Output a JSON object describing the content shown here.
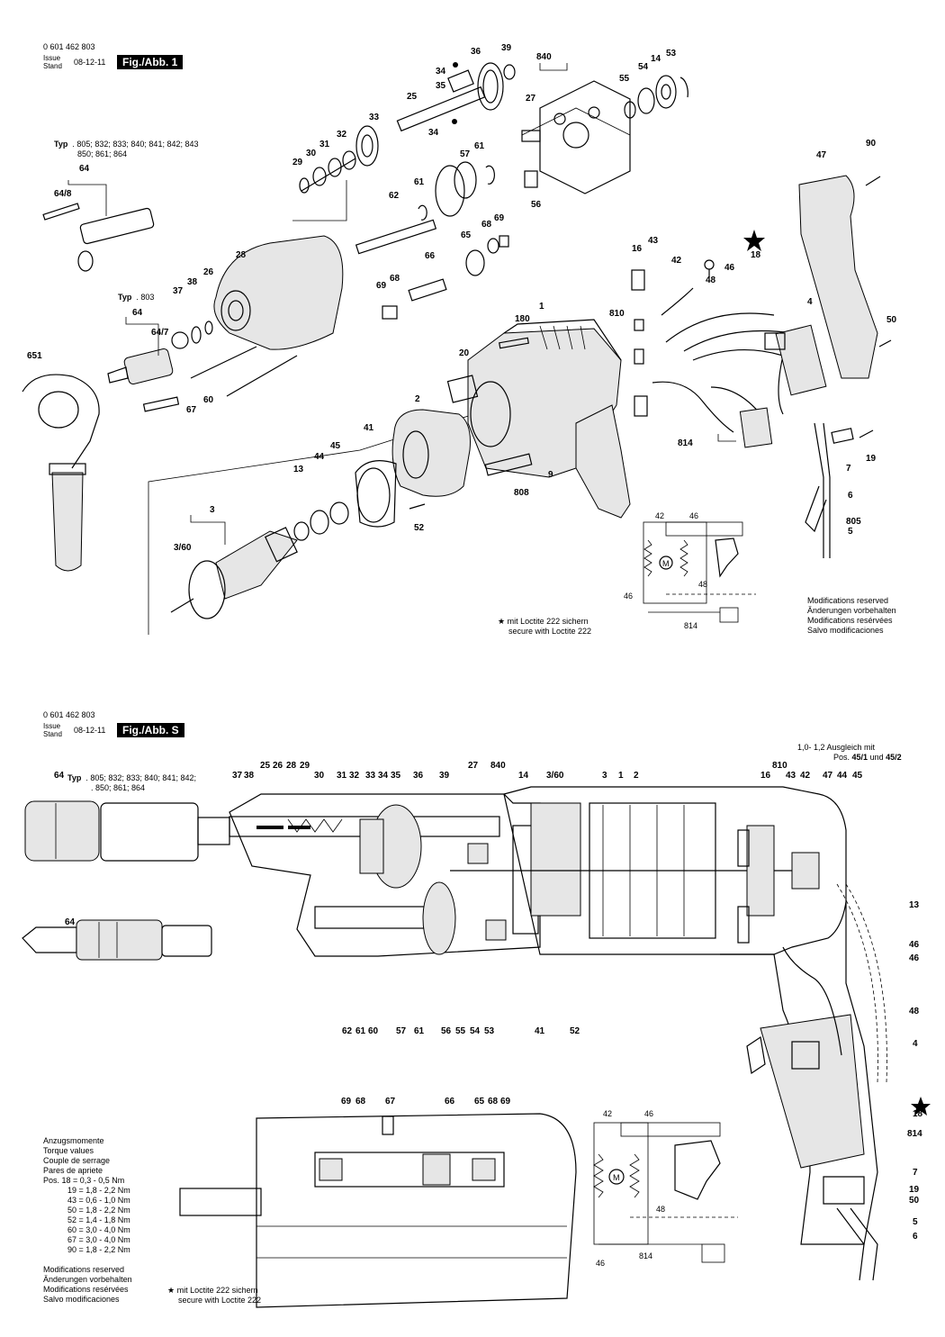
{
  "doc_number": "0 601 462 803",
  "issue_label": "Issue",
  "stand_label": "Stand",
  "issue_date": "08-12-11",
  "fig1_label": "Fig./Abb. 1",
  "figS_label": "Fig./Abb. S",
  "typ_word": "Typ",
  "typ_list_main": ". 805; 832; 833; 840; 841; 842; 843",
  "typ_list_main_2": "850; 861; 864",
  "typ_list_803": ". 803",
  "typ_list_s": ". 805; 832; 833; 840; 841; 842;",
  "typ_list_s_2": ". 850; 861; 864",
  "loctite_de": "mit Loctite 222 sichern",
  "loctite_en": "secure with Loctite 222",
  "modifications": [
    "Modifications reserved",
    "Änderungen vorbehalten",
    "Modifications resérvées",
    "Salvo modificaciones"
  ],
  "ausgleich_1": "1,0- 1,2  Ausgleich mit",
  "ausgleich_2": "Pos.",
  "ausgleich_3": "45/1",
  "ausgleich_4": "und",
  "ausgleich_5": "45/2",
  "torque": {
    "titles": [
      "Anzugsmomente",
      "Torque values",
      "Couple de serrage",
      "Pares de apriete"
    ],
    "rows": [
      "Pos. 18 =  0,3 - 0,5 Nm",
      "19 =  1,8 - 2,2 Nm",
      "43 =  0,6 - 1,0 Nm",
      "50 =  1,8 - 2,2 Nm",
      "52 =  1,4 - 1,8 Nm",
      "60 =  3,0 - 4,0 Nm",
      "67 =  3,0 - 4,0 Nm",
      "90 =  1,8 - 2,2 Nm"
    ]
  },
  "star": "★",
  "fig1_parts": {
    "p34a": "34",
    "p35": "35",
    "p36": "36",
    "p39": "39",
    "p840": "840",
    "p27": "27",
    "p55": "55",
    "p54": "54",
    "p14": "14",
    "p53": "53",
    "p25": "25",
    "p33": "33",
    "p34b": "34",
    "p32": "32",
    "p31": "31",
    "p30": "30",
    "p29": "29",
    "p57": "57",
    "p61a": "61",
    "p61b": "61",
    "p56": "56",
    "p62": "62",
    "p68a": "68",
    "p69a": "69",
    "p65": "65",
    "p64": "64",
    "p64_8": "64/8",
    "p28": "28",
    "p66": "66",
    "p38": "38",
    "p26": "26",
    "p37": "37",
    "p69b": "69",
    "p68b": "68",
    "p64b": "64",
    "p64_7": "64/7",
    "p651": "651",
    "p67": "67",
    "p60": "60",
    "p1": "1",
    "p180": "180",
    "p20": "20",
    "p2": "2",
    "p41": "41",
    "p44": "44",
    "p45": "45",
    "p13": "13",
    "p3": "3",
    "p3_60": "3/60",
    "p52": "52",
    "p9": "9",
    "p808": "808",
    "p16": "16",
    "p43": "43",
    "p42": "42",
    "p48": "48",
    "p46": "46",
    "p18": "18",
    "p810": "810",
    "p814": "814",
    "p4": "4",
    "p47": "47",
    "p90": "90",
    "p50": "50",
    "p7": "7",
    "p19": "19",
    "p6": "6",
    "p805": "805",
    "p5": "5"
  },
  "schematic": {
    "l42": "42",
    "l46a": "46",
    "l46b": "46",
    "l48": "48",
    "l814": "814",
    "motor": "M"
  },
  "figS_top_labels": [
    "37",
    "38",
    "25",
    "26",
    "28",
    "29",
    "30",
    "31",
    "32",
    "33",
    "34",
    "35",
    "36",
    "39",
    "27",
    "840",
    "14",
    "3/60",
    "3",
    "1",
    "2",
    "810",
    "16",
    "43",
    "42",
    "47",
    "44",
    "45"
  ],
  "figS_bottom_labels": [
    "62",
    "61",
    "60",
    "57",
    "61",
    "56",
    "55",
    "54",
    "53",
    "41",
    "52"
  ],
  "figS_right_labels": [
    "13",
    "46",
    "46",
    "48",
    "4",
    "18",
    "814",
    "7",
    "19",
    "50",
    "5",
    "6"
  ],
  "figS_detail_labels": [
    "69",
    "68",
    "67",
    "66",
    "65",
    "68",
    "69"
  ],
  "figS_64": "64",
  "figS_64b": "64"
}
